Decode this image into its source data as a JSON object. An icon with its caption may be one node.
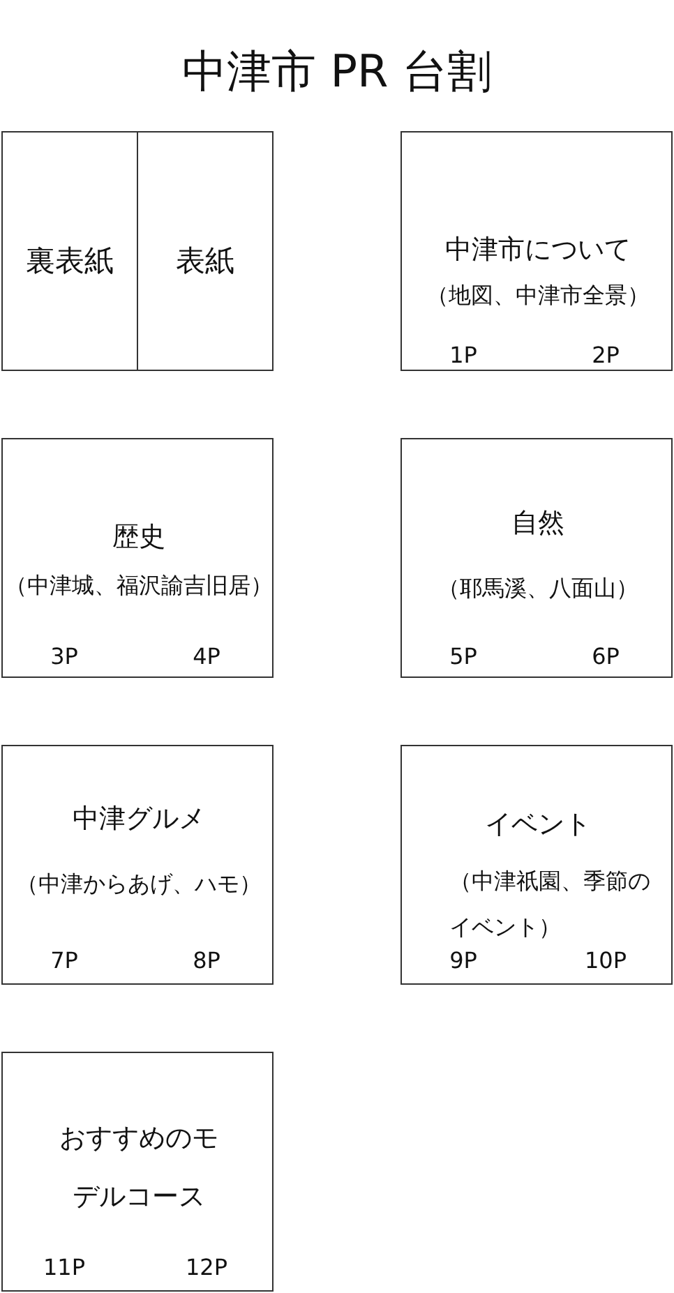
{
  "diagram": {
    "title": "中津市 PR 台割",
    "nodes": [
      {
        "text": [
          "裏表紙"
        ]
      },
      {
        "text": [
          "表紙"
        ]
      },
      {
        "text": [
          "中津市について",
          "（地図、中津市全景）",
          "1P",
          "2P"
        ]
      },
      {
        "text": [
          "歴史",
          "（中津城、福沢諭吉旧居）",
          "3P",
          "4P"
        ]
      },
      {
        "text": [
          "自然",
          "（耶馬溪、八面山）",
          "5P",
          "6P"
        ]
      },
      {
        "text": [
          "中津グルメ",
          "（中津からあげ、ハモ）",
          "7P",
          "8P"
        ]
      },
      {
        "text": [
          "イベント",
          "（中津祇園、季節のイベント）",
          "9P",
          "10P"
        ]
      },
      {
        "text": [
          "おすすめのモデルコース",
          "11P",
          "12P"
        ]
      }
    ],
    "edges": []
  }
}
